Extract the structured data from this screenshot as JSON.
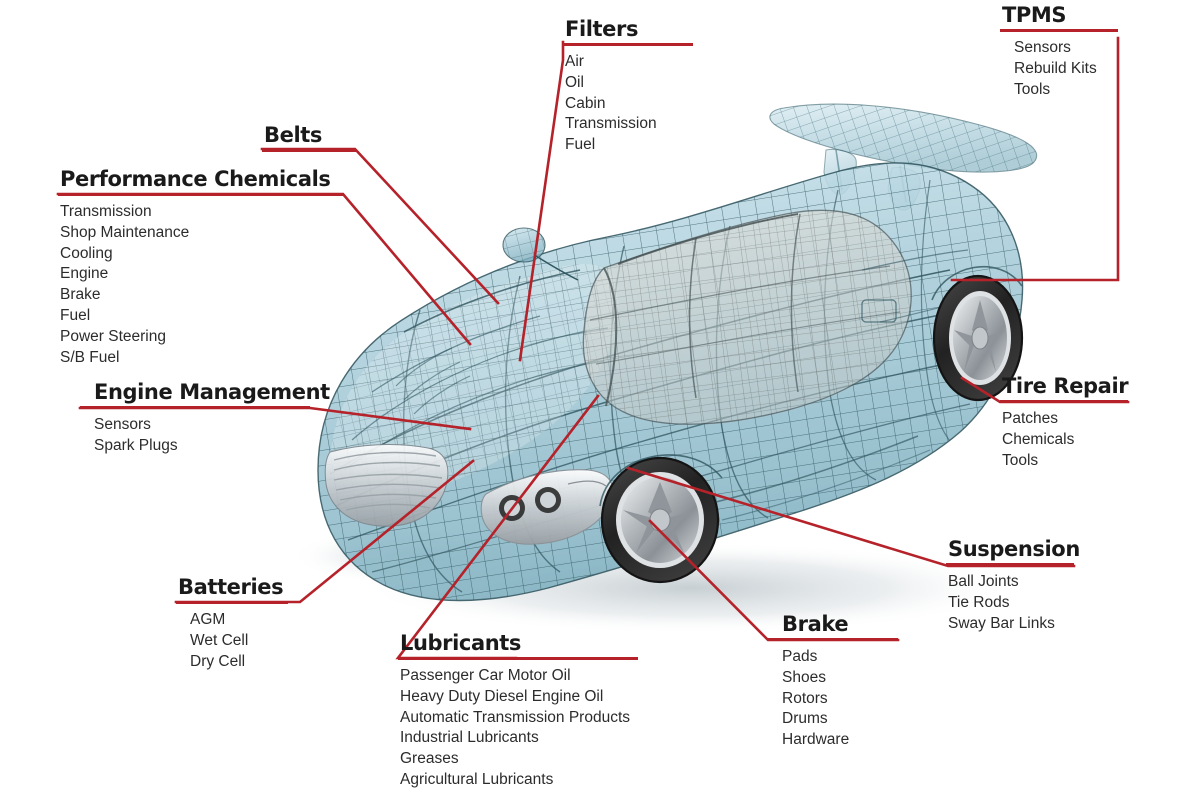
{
  "diagram": {
    "subject": "automotive-wireframe-car",
    "accent_color": "#b5222a",
    "text_color": "#2c2c2c",
    "heading_color": "#1a1a1a",
    "background_color": "#ffffff",
    "car_body_color": "#a9cdda",
    "car_mesh_color": "#3c5c66",
    "tire_color": "#2b2b2b",
    "rim_color": "#b9bcc0"
  },
  "callouts": [
    {
      "id": "filters",
      "title": "Filters",
      "items": [
        "Air",
        "Oil",
        "Cabin",
        "Transmission",
        "Fuel"
      ]
    },
    {
      "id": "tpms",
      "title": "TPMS",
      "items": [
        "Sensors",
        "Rebuild Kits",
        "Tools"
      ]
    },
    {
      "id": "belts",
      "title": "Belts",
      "items": []
    },
    {
      "id": "performance-chemicals",
      "title": "Performance Chemicals",
      "items": [
        "Transmission",
        "Shop Maintenance",
        "Cooling",
        "Engine",
        "Brake",
        "Fuel",
        "Power Steering",
        "S/B Fuel"
      ]
    },
    {
      "id": "engine-management",
      "title": "Engine Management",
      "items": [
        "Sensors",
        "Spark Plugs"
      ]
    },
    {
      "id": "tire-repair",
      "title": "Tire Repair",
      "items": [
        "Patches",
        "Chemicals",
        "Tools"
      ]
    },
    {
      "id": "suspension",
      "title": "Suspension",
      "items": [
        "Ball Joints",
        "Tie Rods",
        "Sway Bar Links"
      ]
    },
    {
      "id": "batteries",
      "title": "Batteries",
      "items": [
        "AGM",
        "Wet Cell",
        "Dry Cell"
      ]
    },
    {
      "id": "lubricants",
      "title": "Lubricants",
      "items": [
        "Passenger Car Motor Oil",
        "Heavy Duty Diesel Engine Oil",
        "Automatic Transmission Products",
        "Industrial Lubricants",
        "Greases",
        "Agricultural Lubricants"
      ]
    },
    {
      "id": "brake",
      "title": "Brake",
      "items": [
        "Pads",
        "Shoes",
        "Rotors",
        "Drums",
        "Hardware"
      ]
    }
  ]
}
